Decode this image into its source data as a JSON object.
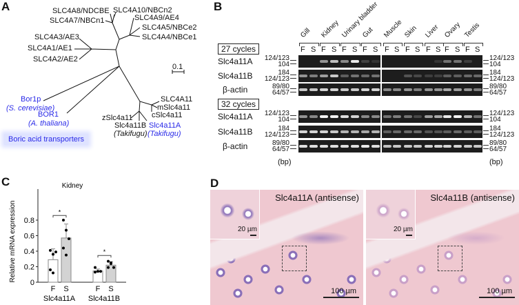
{
  "panels": {
    "a": "A",
    "b": "B",
    "c": "C",
    "d": "D"
  },
  "tree": {
    "labels": [
      "SLC4A8/NDCBE",
      "SLC4A10/NBCn2",
      "SLC4A7/NBCn1",
      "SLC4A9/AE4",
      "SLC4A5/NBCe2",
      "SLC4A4/NBCe1",
      "SLC4A3/AE3",
      "SLC4A1/AE1",
      "SLC4A2/AE2",
      "SLC4A11",
      "mSlc4a11",
      "cSlc4a11",
      "zSlc4a11",
      "Slc4a11B",
      "(Takifugu)"
    ],
    "blue_labels": [
      "Bor1p",
      "(S. cerevisiae)",
      "BOR1",
      "(A. thaliana)",
      "Slc4a11A",
      "(Takifugu)"
    ],
    "scale": "0.1",
    "group_label": "Boric acid transporters"
  },
  "gel": {
    "tissues": [
      "Gill",
      "Kidney",
      "Urinary bladder",
      "Gut",
      "Muscle",
      "Skin",
      "Liver",
      "Ovary",
      "Testis"
    ],
    "sexes": [
      "F",
      "S"
    ],
    "sections": [
      {
        "label": "27 cycles",
        "rows": [
          {
            "name": "Slc4a11A",
            "markers_left": [
              "124/123",
              "104"
            ],
            "markers_right": [
              "124/123",
              "104"
            ],
            "intensity": [
              0,
              0,
              0.5,
              0.7,
              0.45,
              0.9,
              0.12,
              0.05,
              0,
              0,
              0,
              0,
              0,
              0.06,
              0.35,
              0.35,
              0.1,
              0
            ]
          },
          {
            "name": "Slc4a11B",
            "markers_left": [
              "184",
              "124/123"
            ],
            "markers_right": [
              "184",
              "124/123"
            ],
            "intensity": [
              0.5,
              0.4,
              0.55,
              0.75,
              0.25,
              0.35,
              0.3,
              0.35,
              0,
              0,
              0.2,
              0.15,
              0.1,
              0.1,
              0.25,
              0.25,
              0.3,
              0.3
            ]
          },
          {
            "name": "β-actin",
            "markers_left": [
              "89/80",
              "64/57"
            ],
            "markers_right": [
              "89/80",
              "64/57"
            ],
            "intensity": [
              0.75,
              0.75,
              0.8,
              0.8,
              0.75,
              0.75,
              0.8,
              0.8,
              0.45,
              0.45,
              0.5,
              0.4,
              0.5,
              0.5,
              0.6,
              0.55,
              0.5,
              0.4
            ]
          }
        ]
      },
      {
        "label": "32 cycles",
        "rows": [
          {
            "name": "Slc4a11A",
            "markers_left": [
              "124/123",
              "104"
            ],
            "markers_right": [
              "124/123",
              "104"
            ],
            "intensity": [
              0.5,
              0.45,
              0.95,
              0.95,
              0.85,
              0.8,
              0.45,
              0.45,
              0.35,
              0.4,
              0.35,
              0.15,
              0.55,
              0.6,
              0.9,
              0.95,
              0.65,
              0.35
            ]
          },
          {
            "name": "Slc4a11B",
            "markers_left": [
              "184",
              "124/123"
            ],
            "markers_right": [
              "184",
              "124/123"
            ],
            "intensity": [
              0.8,
              0.8,
              0.8,
              0.75,
              0.65,
              0.65,
              0.6,
              0.65,
              0.25,
              0.3,
              0.3,
              0.3,
              0.2,
              0.2,
              0.25,
              0.3,
              0.25,
              0.25
            ]
          },
          {
            "name": "β-actin",
            "markers_left": [
              "89/80",
              "64/57"
            ],
            "markers_right": [
              "89/80",
              "64/57"
            ],
            "intensity": [
              0.85,
              0.85,
              0.85,
              0.85,
              0.85,
              0.85,
              0.9,
              0.85,
              0.7,
              0.75,
              0.75,
              0.75,
              0.8,
              0.8,
              0.8,
              0.8,
              0.75,
              0.75
            ]
          }
        ]
      }
    ],
    "unit": "(bp)"
  },
  "chart_data": {
    "type": "bar",
    "title": "Kidney",
    "ylabel": "Relative mRNA expression",
    "ylim": [
      0,
      0.85
    ],
    "yticks": [
      0,
      0.2,
      0.4,
      0.6,
      0.8
    ],
    "ytick_labels": [
      "0",
      "0.2",
      "0.4",
      "0.6",
      "0.8"
    ],
    "groups": [
      "Slc4a11A",
      "Slc4a11B"
    ],
    "categories": [
      "F",
      "S"
    ],
    "series": [
      {
        "group": "Slc4a11A",
        "name": "F",
        "value": 0.29,
        "error": 0.14,
        "color": "#ffffff",
        "points": [
          0.41,
          0.36,
          0.39,
          0.16,
          0.12
        ]
      },
      {
        "group": "Slc4a11A",
        "name": "S",
        "value": 0.57,
        "error": 0.18,
        "color": "#d3d3d3",
        "points": [
          0.8,
          0.67,
          0.56,
          0.44,
          0.35
        ]
      },
      {
        "group": "Slc4a11B",
        "name": "F",
        "value": 0.145,
        "error": 0.025,
        "color": "#ffffff",
        "points": [
          0.19,
          0.14,
          0.14,
          0.13
        ]
      },
      {
        "group": "Slc4a11B",
        "name": "S",
        "value": 0.22,
        "error": 0.045,
        "color": "#d3d3d3",
        "points": [
          0.27,
          0.25,
          0.19,
          0.19,
          0.24
        ]
      }
    ],
    "significance": [
      "*",
      "*"
    ]
  },
  "histology": [
    {
      "label": "Slc4a11A (antisense)",
      "inset_scale": "20 µm",
      "scale": "100 µm",
      "stain": "#8a6fb8"
    },
    {
      "label": "Slc4a11B (antisense)",
      "inset_scale": "20 µm",
      "scale": "100 µm",
      "stain": "#c9a0c8"
    }
  ]
}
